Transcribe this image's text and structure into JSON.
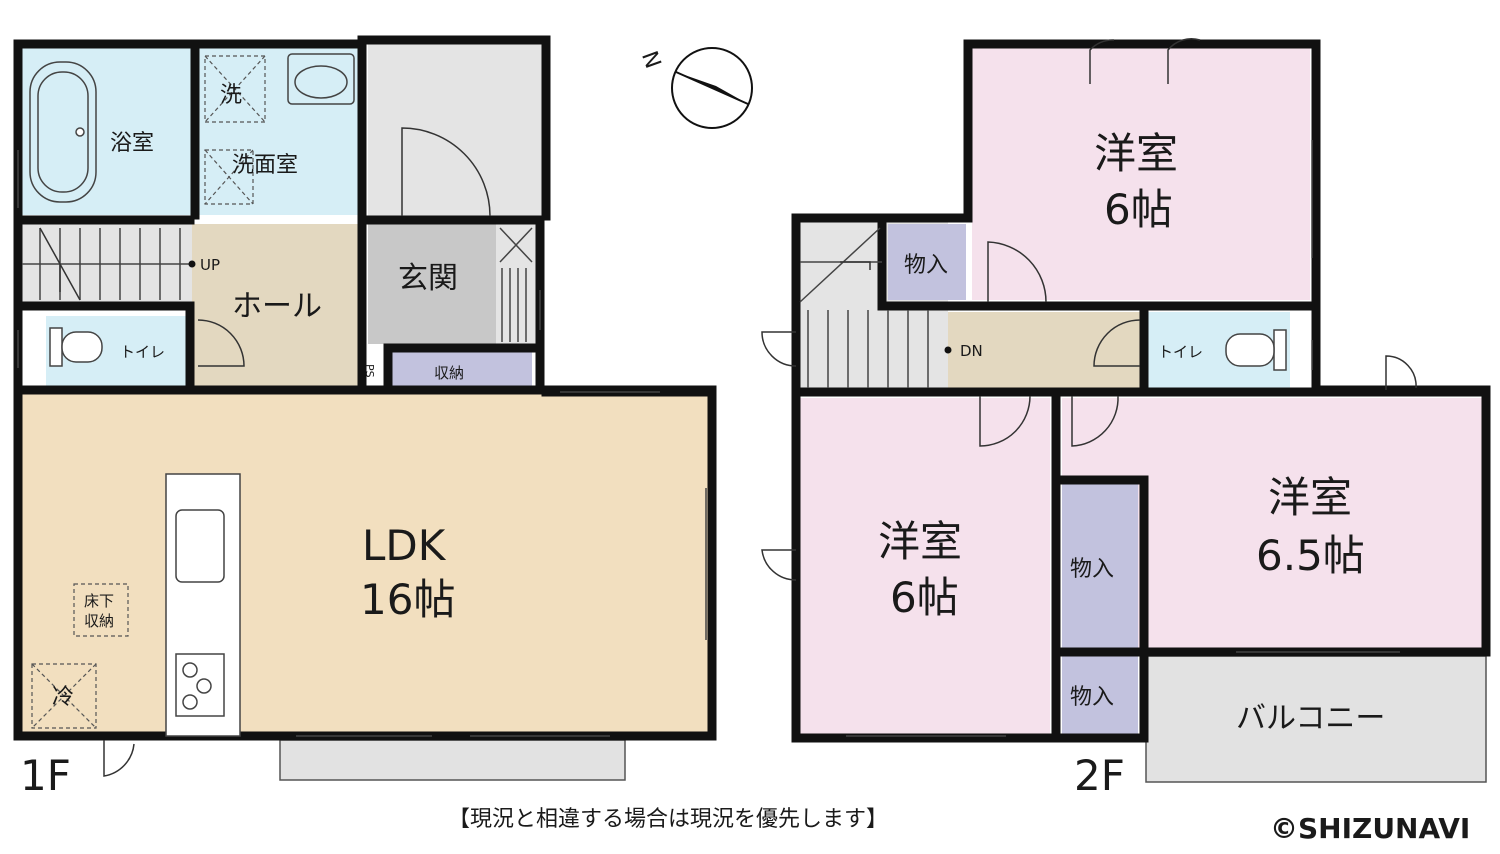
{
  "floor1": {
    "label": "1F",
    "rooms": {
      "bath": "浴室",
      "washroom": "洗面室",
      "washer": "洗",
      "entrance": "玄関",
      "hall": "ホール",
      "toilet": "トイレ",
      "ps": "PS",
      "storage": "収納",
      "ldk_name": "LDK",
      "ldk_size": "16帖",
      "underfloor_line1": "床下",
      "underfloor_line2": "収納",
      "fridge": "冷"
    },
    "stairs": "UP"
  },
  "floor2": {
    "label": "2F",
    "rooms": {
      "room_top_name": "洋室",
      "room_top_size": "6帖",
      "closet_top": "物入",
      "toilet": "トイレ",
      "room_left_name": "洋室",
      "room_left_size": "6帖",
      "room_right_name": "洋室",
      "room_right_size": "6.5帖",
      "closet_mid": "物入",
      "closet_bottom": "物入",
      "balcony": "バルコニー"
    },
    "stairs": "DN"
  },
  "compass": "N",
  "note": "【現況と相違する場合は現況を優先します】",
  "copyright": "©SHIZUNAVI",
  "colors": {
    "wet": "#d6eef6",
    "hall": "#e3d8c0",
    "entrance": "#c8c8c8",
    "storage": "#c2c2de",
    "ldk": "#f2dfbf",
    "bedroom": "#f5e1ec",
    "balcony": "#e2e2e2",
    "stair": "#e4e4e4"
  }
}
